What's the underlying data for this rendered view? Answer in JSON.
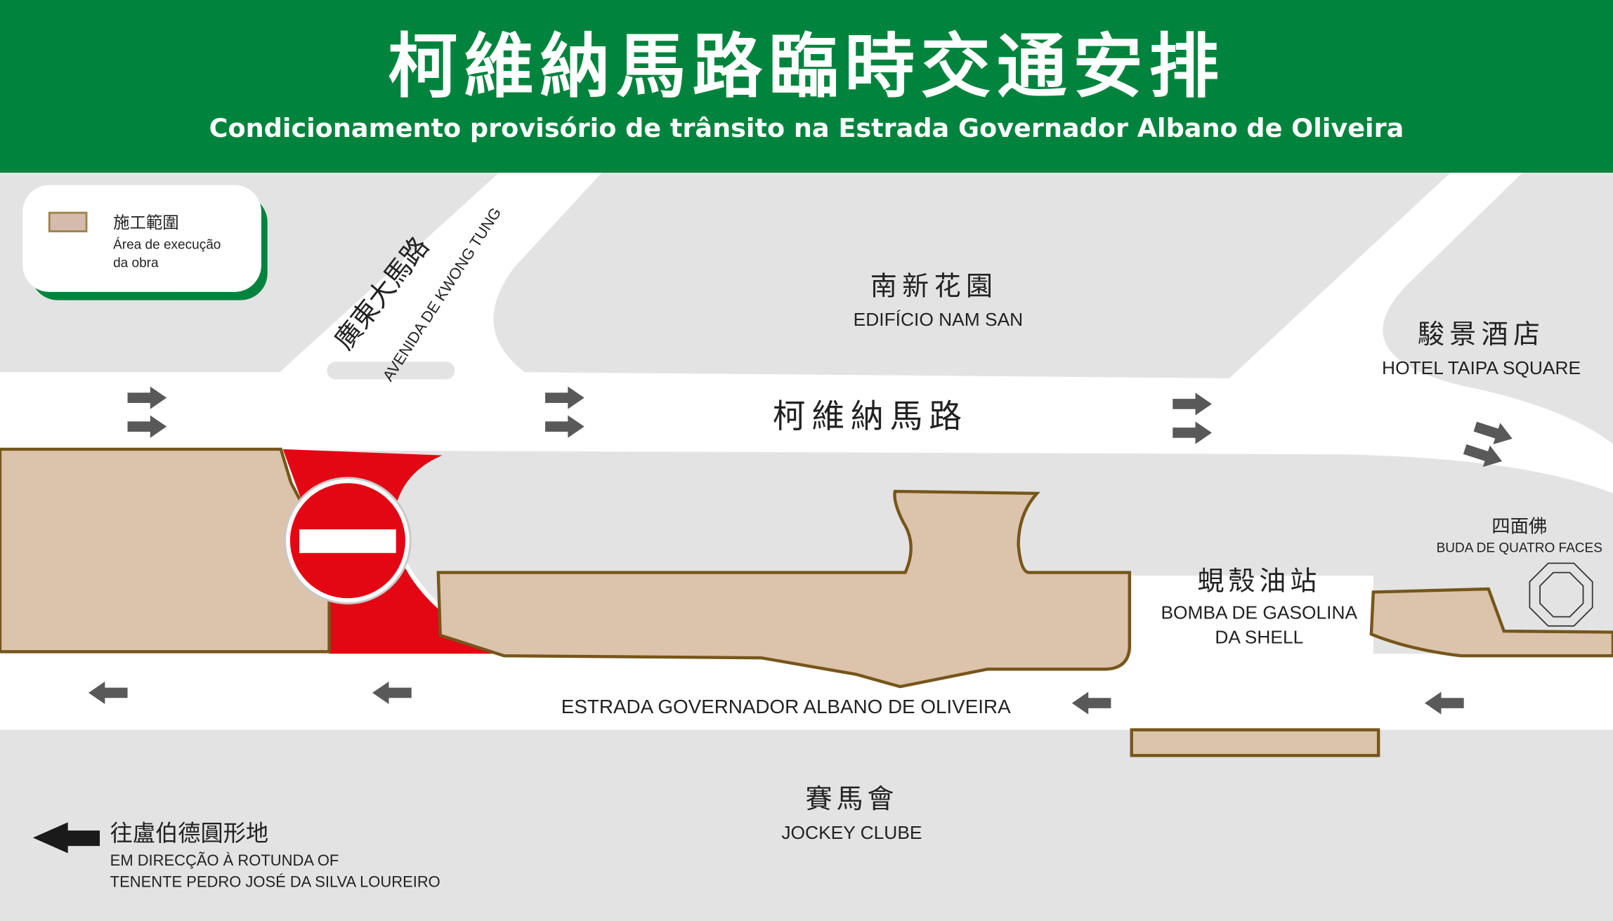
{
  "header": {
    "title_zh": "柯維納馬路臨時交通安排",
    "title_pt": "Condicionamento provisório de trânsito na Estrada Governador Albano de Oliveira"
  },
  "legend": {
    "label_zh": "施工範圍",
    "label_pt_1": "Área de execução",
    "label_pt_2": "da obra"
  },
  "places": {
    "kwong_tung_zh": "廣東大馬路",
    "kwong_tung_pt": "AVENIDA DE KWONG TUNG",
    "nam_san_zh": "南新花園",
    "nam_san_pt": "EDIFÍCIO NAM SAN",
    "hotel_zh": "駿景酒店",
    "hotel_pt": "HOTEL TAIPA SQUARE",
    "road_zh": "柯維納馬路",
    "buda_zh": "四面佛",
    "buda_pt": "BUDA DE QUATRO FACES",
    "shell_zh": "蜆殼油站",
    "shell_pt_1": "BOMBA DE GASOLINA",
    "shell_pt_2": "DA SHELL",
    "road_pt": "ESTRADA GOVERNADOR ALBANO DE OLIVEIRA",
    "jockey_zh": "賽馬會",
    "jockey_pt": "JOCKEY CLUBE",
    "rotunda_zh": "往盧伯德圓形地",
    "rotunda_pt_1": "EM DIRECÇÃO À ROTUNDA OF",
    "rotunda_pt_2": "TENENTE PEDRO JOSÉ DA SILVA LOUREIRO"
  },
  "colors": {
    "header_green": "#00843d",
    "construction_fill": "#dcc3ab",
    "construction_stroke": "#76561a",
    "closure_red": "#e30613",
    "ground_gray": "#e3e3e3",
    "arrow_gray": "#595959"
  }
}
